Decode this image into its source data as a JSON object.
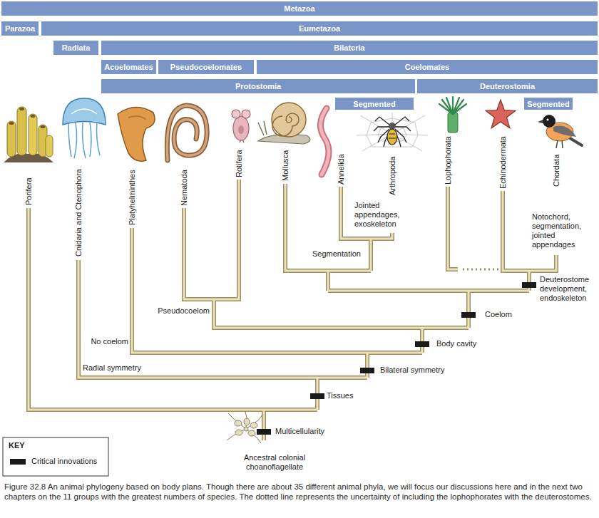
{
  "diagram": {
    "caption": "Figure 32.8 An animal phylogeny based on body plans. Though there are about 35 different animal phyla, we will focus our discussions here and in the next two chapters on the 11 groups with the greatest numbers of species. The dotted line represents the uncertainty of including the lophophorates with the deuterostomes.",
    "nodes": [
      {
        "text": [
          "Metazoa"
        ]
      },
      {
        "text": [
          "Parazoa"
        ]
      },
      {
        "text": [
          "Eumetazoa"
        ]
      },
      {
        "text": [
          "Radiata"
        ]
      },
      {
        "text": [
          "Bilateria"
        ]
      },
      {
        "text": [
          "Acoelomates"
        ]
      },
      {
        "text": [
          "Pseudocoelomates"
        ]
      },
      {
        "text": [
          "Coelomates"
        ]
      },
      {
        "text": [
          "Protostomia"
        ]
      },
      {
        "text": [
          "Deuterostomia"
        ]
      },
      {
        "text": [
          "Segmented"
        ]
      },
      {
        "text": [
          "Segmented"
        ]
      }
    ],
    "labels": [
      "Porifera",
      "Cnidaria and Ctenophora",
      "Platyhelminthes",
      "Nematoda",
      "Rotifera",
      "Mollusca",
      "Annelida",
      "Arthropoda",
      "Lophophorata",
      "Echinodermata",
      "Chordata",
      "Jointed appendages, exoskeleton",
      "Notochord, segmentation, jointed appendages",
      "Segmentation",
      "Deuterostome development, endoskeleton",
      "Coelom",
      "Pseudocoelom",
      "Body cavity",
      "No coelom",
      "Bilateral symmetry",
      "Radial symmetry",
      "Tissues",
      "Multicellularity",
      "Ancestral colonial choanoflagellate",
      "KEY"
    ],
    "legend": [
      {
        "text": "Critical innovations",
        "color": "#1a1a1a"
      }
    ]
  }
}
